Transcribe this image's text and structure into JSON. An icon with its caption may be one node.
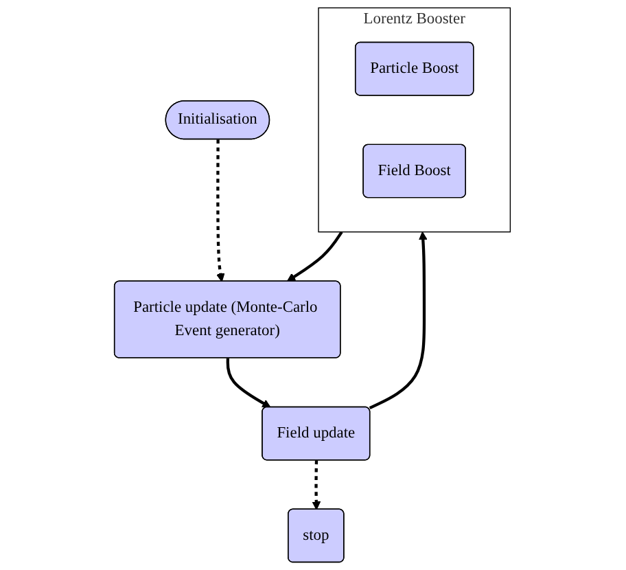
{
  "diagram": {
    "nodes": [
      {
        "text": [
          "Initialisation"
        ]
      },
      {
        "text": [
          "Particle update (Monte-Carlo Event generator)"
        ]
      },
      {
        "text": [
          "Field update"
        ]
      },
      {
        "text": [
          "stop"
        ]
      },
      {
        "text": [
          "Lorentz Booster"
        ]
      },
      {
        "text": [
          "Particle Boost"
        ],
        "in": 4
      },
      {
        "text": [
          "Field Boost"
        ],
        "in": 4
      }
    ],
    "edges": [
      {
        "from": 0,
        "to": 1,
        "arrow": "to",
        "style": "dashed"
      },
      {
        "from": 1,
        "to": 2,
        "arrow": "to"
      },
      {
        "from": 2,
        "to": 3,
        "arrow": "to",
        "style": "dashed"
      },
      {
        "from": 2,
        "to": 4,
        "arrow": "to"
      },
      {
        "from": 4,
        "to": 1,
        "arrow": "to"
      }
    ]
  }
}
